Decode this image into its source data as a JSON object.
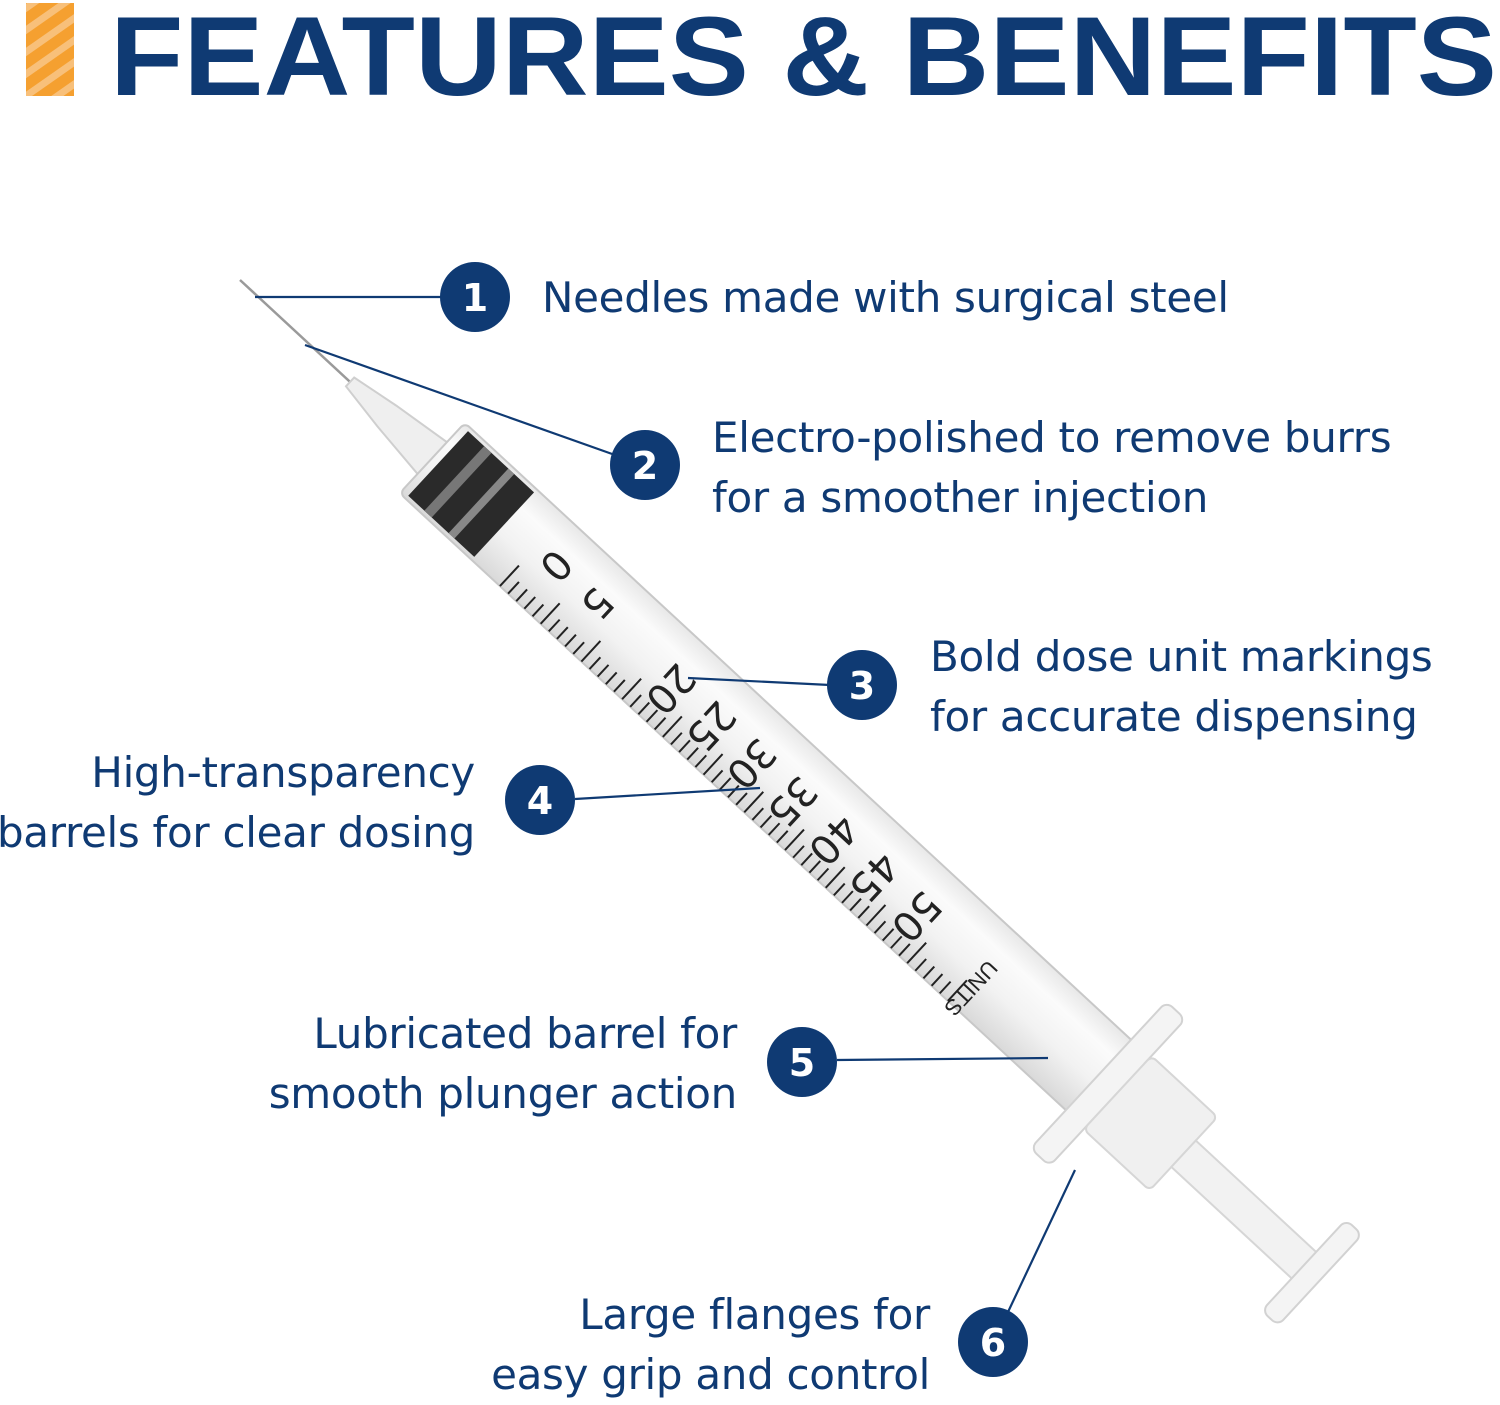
{
  "header": {
    "title": "FEATURES & BENEFITS",
    "accent_color": "#f5a030",
    "title_color": "#0f3a73"
  },
  "syringe": {
    "scale_labels": [
      "0",
      "5",
      "20",
      "25",
      "30",
      "35",
      "40",
      "45",
      "50"
    ],
    "unit_label": "UNITS"
  },
  "callouts": [
    {
      "number": "1",
      "lines": [
        "Needles made with surgical steel"
      ]
    },
    {
      "number": "2",
      "lines": [
        "Electro-polished to remove burrs",
        "for a smoother injection"
      ]
    },
    {
      "number": "3",
      "lines": [
        "Bold dose unit markings",
        "for accurate dispensing"
      ]
    },
    {
      "number": "4",
      "lines": [
        "High-transparency",
        "barrels for clear dosing"
      ]
    },
    {
      "number": "5",
      "lines": [
        "Lubricated barrel for",
        "smooth plunger action"
      ]
    },
    {
      "number": "6",
      "lines": [
        "Large flanges for",
        "easy grip and control"
      ]
    }
  ]
}
